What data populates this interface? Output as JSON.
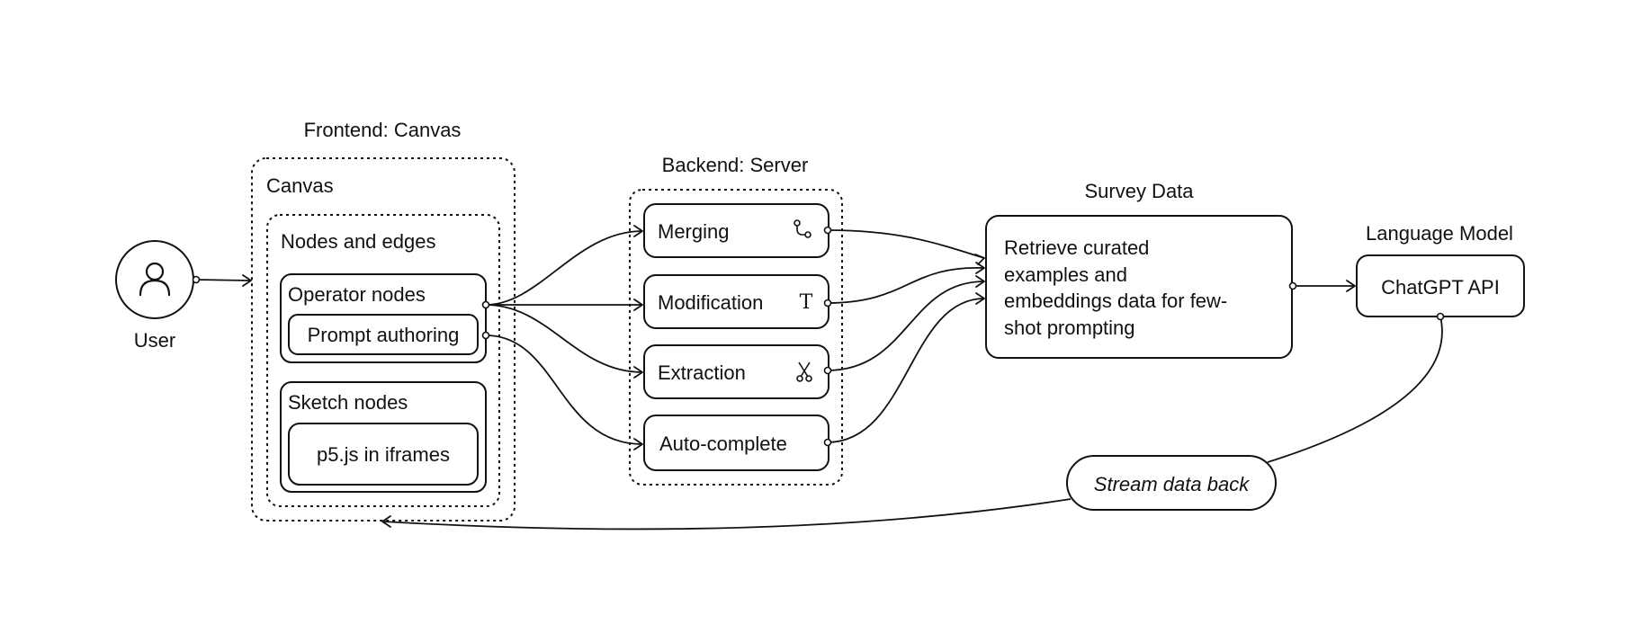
{
  "user": {
    "label": "User"
  },
  "frontend": {
    "title": "Frontend: Canvas",
    "canvas_label": "Canvas",
    "nodes_edges_label": "Nodes and edges",
    "operator_nodes": {
      "label": "Operator nodes",
      "child": "Prompt authoring"
    },
    "sketch_nodes": {
      "label": "Sketch nodes",
      "child": "p5.js in iframes"
    }
  },
  "backend": {
    "title": "Backend: Server",
    "operators": [
      {
        "label": "Merging",
        "icon": "merge-icon"
      },
      {
        "label": "Modification",
        "icon": "text-T-icon"
      },
      {
        "label": "Extraction",
        "icon": "scissors-icon"
      },
      {
        "label": "Auto-complete",
        "icon": ""
      }
    ]
  },
  "survey": {
    "title": "Survey Data",
    "lines": [
      "Retrieve curated",
      "examples and",
      "embeddings data for few-",
      "shot prompting"
    ]
  },
  "language_model": {
    "title": "Language Model",
    "box": "ChatGPT API"
  },
  "stream": {
    "label": "Stream data back"
  }
}
